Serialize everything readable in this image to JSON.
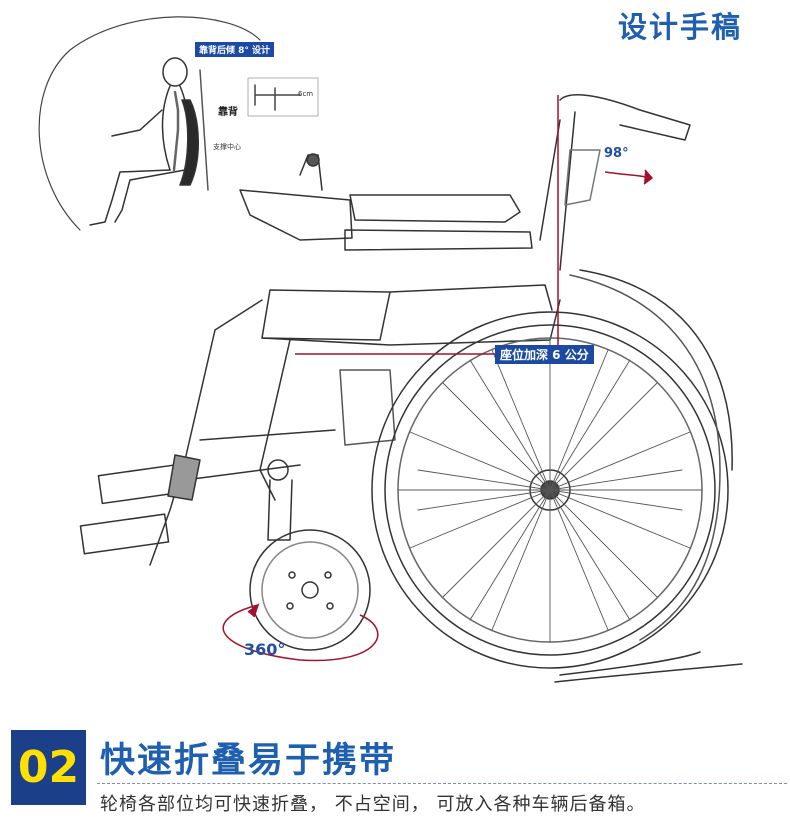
{
  "header": {
    "title": "设计手稿"
  },
  "sketch": {
    "backrest_tag": "靠背后倾 8° 设计",
    "backrest_label": "靠背",
    "support_label": "支撑中心",
    "inset_label": "6cm",
    "backrest_angle": "98°",
    "seat_tag": "座位加深 6 公分",
    "caster_angle": "360°"
  },
  "feature": {
    "number": "02",
    "heading": "快速折叠易于携带",
    "description": "轮椅各部位均可快速折叠，  不占空间，  可放入各种车辆后备箱。"
  },
  "colors": {
    "brand_blue": "#1f5fb0",
    "badge_blue": "#1c3f8a",
    "badge_text": "#ffe000",
    "accent_red": "#a3122a"
  }
}
